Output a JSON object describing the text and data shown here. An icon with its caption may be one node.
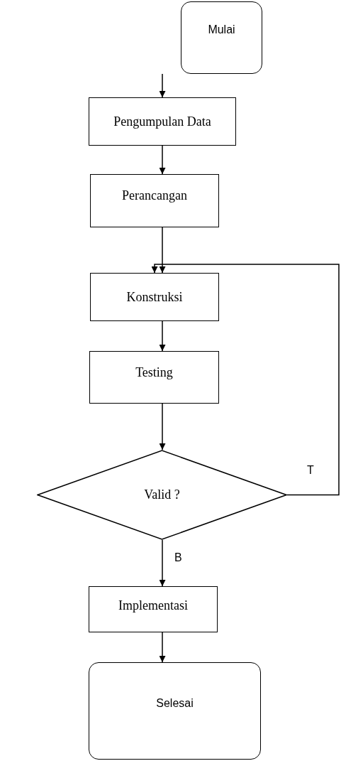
{
  "diagram": {
    "nodes": [
      {
        "text": [
          "Mulai"
        ]
      },
      {
        "text": [
          "Pengumpulan Data"
        ]
      },
      {
        "text": [
          "Perancangan"
        ]
      },
      {
        "text": [
          "Konstruksi"
        ]
      },
      {
        "text": [
          "Testing"
        ]
      },
      {
        "text": [
          "Valid ?"
        ]
      },
      {
        "text": [
          "Implementasi"
        ]
      },
      {
        "text": [
          "Selesai"
        ]
      }
    ],
    "edges": [
      {
        "from": 0,
        "to": 1,
        "arrow": "to"
      },
      {
        "from": 1,
        "to": 2,
        "arrow": "to"
      },
      {
        "from": 2,
        "to": 3,
        "arrow": "to"
      },
      {
        "from": 3,
        "to": 4,
        "arrow": "to"
      },
      {
        "from": 4,
        "to": 5,
        "arrow": "to"
      },
      {
        "from": 5,
        "to": 3,
        "arrow": "to",
        "label": "T"
      },
      {
        "from": 5,
        "to": 6,
        "arrow": "to",
        "label": "B"
      },
      {
        "from": 6,
        "to": 7,
        "arrow": "to"
      }
    ]
  }
}
